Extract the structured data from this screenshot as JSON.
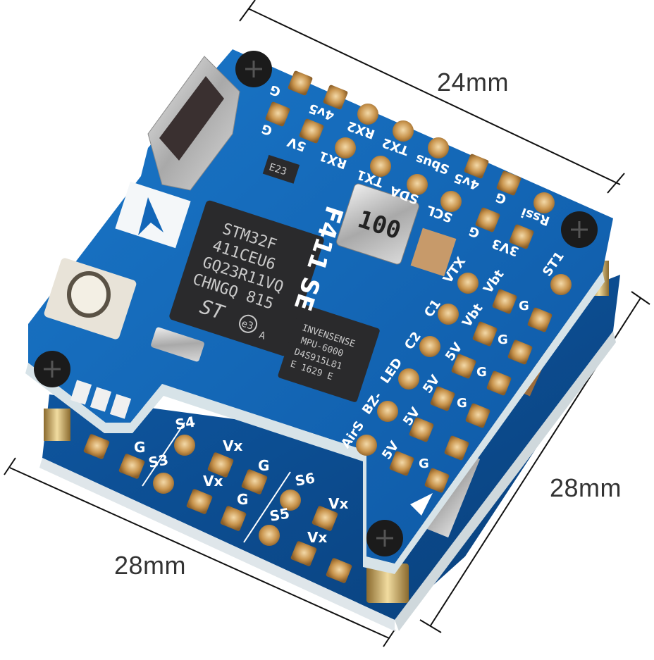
{
  "dimensions": {
    "top_width": "24mm",
    "right_depth": "28mm",
    "bottom_width": "28mm"
  },
  "board": {
    "name_silkscreen": "F411 SE",
    "mcu": {
      "lines": [
        "STM32F",
        "411CEU6",
        "GQ23R11VQ",
        "CHNGQ 815"
      ],
      "logo": "ST",
      "mark": "e3",
      "rev": "A"
    },
    "imu": {
      "lines": [
        "INVENSENSE",
        "MPU-6000",
        "D4S915L81",
        "E 1629 E"
      ]
    },
    "inductor_marking": "100",
    "regulator_marking": "E23",
    "top_edge_pads": [
      "G",
      "4v5",
      "RX2",
      "TX2",
      "Sbus",
      "4v5",
      "G",
      "Rssi"
    ],
    "second_row_pads": [
      "G",
      "5V",
      "RX1",
      "TX1",
      "SDA",
      "SCL",
      "G",
      "3V3"
    ],
    "right_pads": [
      {
        "left": "VTX",
        "mid": "Vbt",
        "right": "ST1"
      },
      {
        "left": "C1",
        "mid": "Vbt",
        "right": "G"
      },
      {
        "left": "C2",
        "mid": "5V",
        "right": "G"
      },
      {
        "left": "LED",
        "mid": "5V",
        "right": "G"
      },
      {
        "left": "BZ-",
        "mid": "5V",
        "right": "G"
      },
      {
        "left": "AirS",
        "mid": "5V",
        "right": "G"
      }
    ],
    "extra_right_labels": [
      "G",
      "G"
    ]
  },
  "esc_board": {
    "pad_labels": [
      "G",
      "S4",
      "Vx",
      "G",
      "S3",
      "Vx",
      "G",
      "S6",
      "Vx",
      "S5",
      "Vx"
    ]
  },
  "colors": {
    "pcb_blue": "#1266b8",
    "pcb_blue_dark": "#0b4f96",
    "pad_gold": "#c9954e",
    "chip_black": "#2a2a2c",
    "dim_line": "#111111",
    "label_text": "#333333"
  }
}
